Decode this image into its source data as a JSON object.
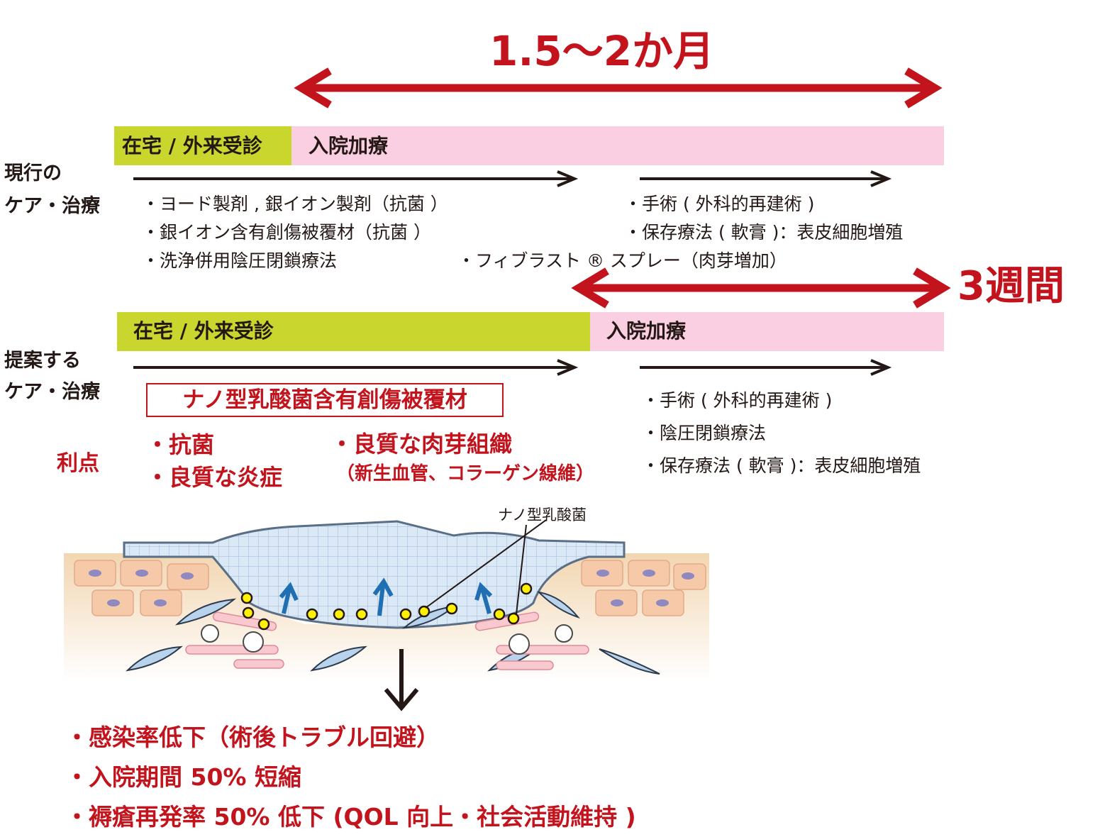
{
  "top_span": {
    "label": "1.5～2か月"
  },
  "short_span": {
    "label": "3週間"
  },
  "current": {
    "row_label_line1": "現行の",
    "row_label_line2": "ケア・治療",
    "bar_outpatient": "在宅 / 外来受診",
    "bar_inpatient": "入院加療",
    "left_items": [
      "ヨード製剤 , 銀イオン製剤（抗菌 ）",
      "銀イオン含有創傷被覆材（抗菌 ）",
      "洗浄併用陰圧閉鎖療法"
    ],
    "right_items": [
      "手術 ( 外科的再建術 )",
      "保存療法 ( 軟膏 )：表皮細胞増殖"
    ],
    "middle_item": "フィブラスト ® スプレー（肉芽増加）"
  },
  "proposed": {
    "row_label_line1": "提案する",
    "row_label_line2": "ケア・治療",
    "bar_outpatient": "在宅 / 外来受診",
    "bar_inpatient": "入院加療",
    "product_box": "ナノ型乳酸菌含有創傷被覆材",
    "advantages_label": "利点",
    "advantages_left": [
      "抗菌",
      "良質な炎症"
    ],
    "advantages_right_main": "良質な肉芽組織",
    "advantages_right_sub": "（新生血管、コラーゲン線維）",
    "right_items": [
      "手術 ( 外科的再建術 )",
      "陰圧閉鎖療法",
      "保存療法 ( 軟膏 )：表皮細胞増殖"
    ]
  },
  "illustration": {
    "callout": "ナノ型乳酸菌"
  },
  "outcomes": [
    "感染率低下（術後トラブル回避）",
    "入院期間 50% 短縮",
    "褥瘡再発率 50% 低下 (QOL 向上・社会活動維持 )"
  ],
  "colors": {
    "accent_red": "#c3141e",
    "outpatient_green": "#c8d62e",
    "inpatient_pink": "#fbcfe2",
    "text": "#231815"
  }
}
